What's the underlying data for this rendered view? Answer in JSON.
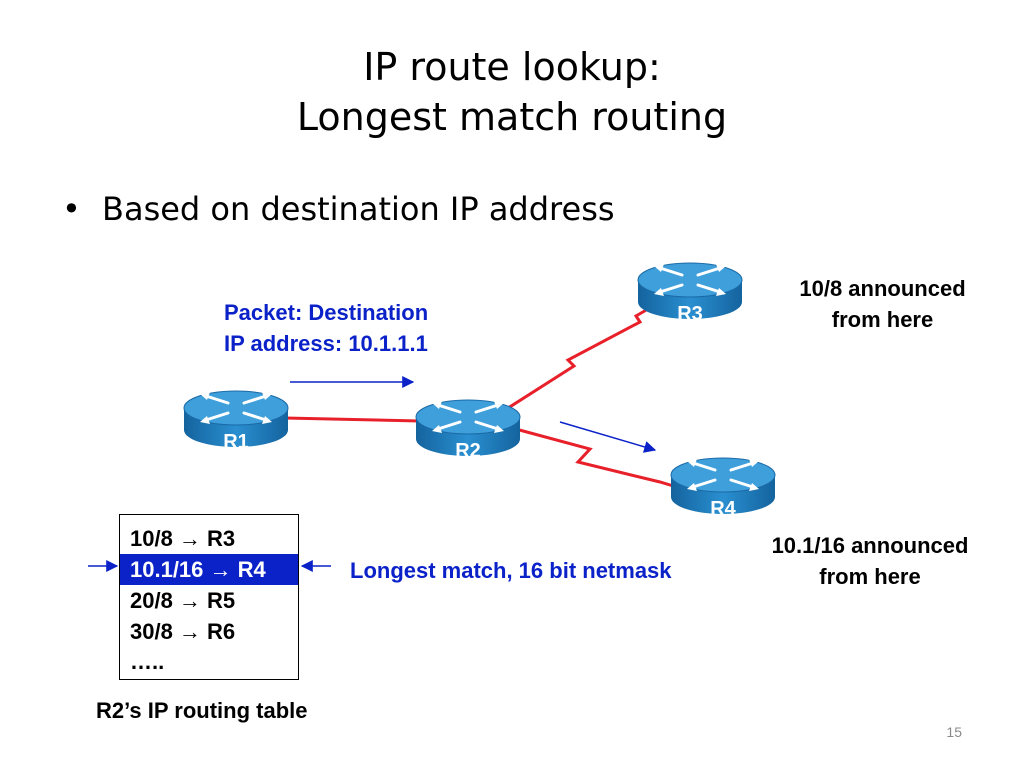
{
  "title": {
    "line1": "IP route lookup:",
    "line2": "Longest match routing"
  },
  "bullet": {
    "glyph": "•",
    "text": "Based on destination IP address"
  },
  "routers": {
    "r1": "R1",
    "r2": "R2",
    "r3": "R3",
    "r4": "R4"
  },
  "packet_label": {
    "line1": "Packet: Destination",
    "line2": "IP address: 10.1.1.1"
  },
  "r3_note": {
    "line1": "10/8 announced",
    "line2": "from here"
  },
  "r4_note": {
    "line1": "10.1/16 announced",
    "line2": "from here"
  },
  "routing_table": {
    "rows": [
      "10/8 → R3",
      "10.1/16 → R4",
      "20/8 → R5",
      "30/8 → R6",
      "….."
    ],
    "caption": "R2’s IP routing table"
  },
  "longest_match_label": "Longest match, 16 bit netmask",
  "slide_number": "15",
  "colors": {
    "accent_blue": "#0b22c9",
    "link_red": "#e8202a",
    "router_blue": "#1f7fc1"
  }
}
